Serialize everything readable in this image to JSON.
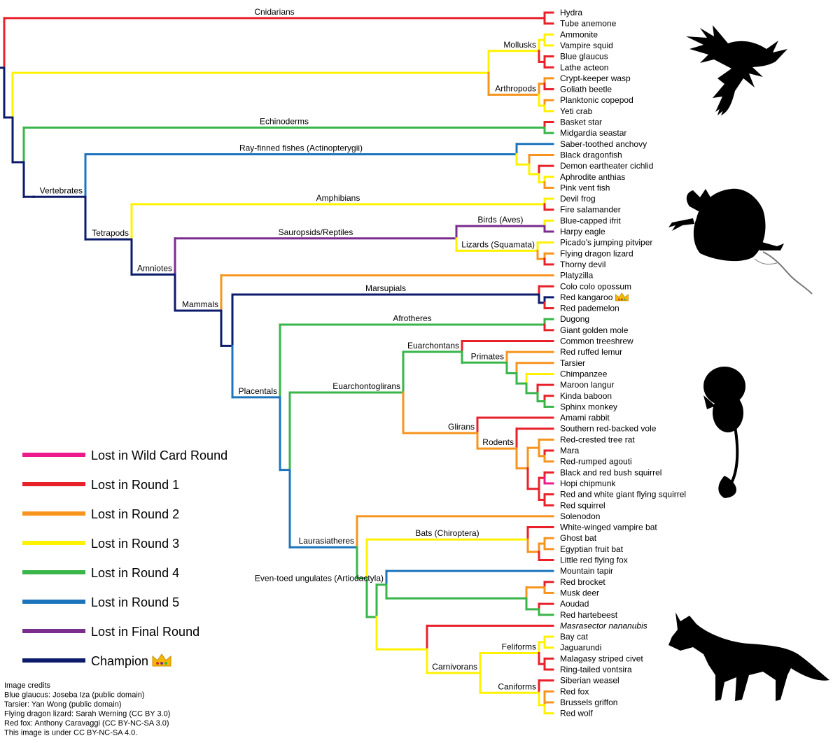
{
  "colors": {
    "wild": "#ec1a8c",
    "r1": "#e8202a",
    "r2": "#f7941d",
    "r3": "#fff200",
    "r4": "#39b54a",
    "r5": "#1c75bc",
    "final": "#7b2d8e",
    "champ": "#0c1a6b"
  },
  "legend": [
    {
      "label": "Lost in Wild Card Round",
      "status": "wild"
    },
    {
      "label": "Lost in Round 1",
      "status": "r1"
    },
    {
      "label": "Lost in Round 2",
      "status": "r2"
    },
    {
      "label": "Lost in Round 3",
      "status": "r3"
    },
    {
      "label": "Lost in Round 4",
      "status": "r4"
    },
    {
      "label": "Lost in Round 5",
      "status": "r5"
    },
    {
      "label": "Lost in Final Round",
      "status": "final"
    },
    {
      "label": "Champion",
      "status": "champ",
      "crown": true
    }
  ],
  "leaves": [
    {
      "name": "Hydra",
      "status": "r1"
    },
    {
      "name": "Tube anemone",
      "status": "r1"
    },
    {
      "name": "Ammonite",
      "status": "r3"
    },
    {
      "name": "Vampire squid",
      "status": "r3"
    },
    {
      "name": "Blue glaucus",
      "status": "r1"
    },
    {
      "name": "Lathe acteon",
      "status": "r1"
    },
    {
      "name": "Crypt-keeper wasp",
      "status": "r2"
    },
    {
      "name": "Goliath beetle",
      "status": "r1"
    },
    {
      "name": "Planktonic copepod",
      "status": "r2"
    },
    {
      "name": "Yeti crab",
      "status": "r3"
    },
    {
      "name": "Basket star",
      "status": "r1"
    },
    {
      "name": "Midgardia seastar",
      "status": "r4"
    },
    {
      "name": "Saber-toothed anchovy",
      "status": "r5"
    },
    {
      "name": "Black dragonfish",
      "status": "r2"
    },
    {
      "name": "Demon eartheater cichlid",
      "status": "r1"
    },
    {
      "name": "Aphrodite anthias",
      "status": "r3"
    },
    {
      "name": "Pink vent fish",
      "status": "r2"
    },
    {
      "name": "Devil frog",
      "status": "r3"
    },
    {
      "name": "Fire salamander",
      "status": "r1"
    },
    {
      "name": "Blue-capped ifrit",
      "status": "r3"
    },
    {
      "name": "Harpy eagle",
      "status": "final"
    },
    {
      "name": "Picado's jumping pitviper",
      "status": "r3"
    },
    {
      "name": "Flying dragon lizard",
      "status": "r2"
    },
    {
      "name": "Thorny devil",
      "status": "r1"
    },
    {
      "name": "Platyzilla",
      "status": "r2"
    },
    {
      "name": "Colo colo opossum",
      "status": "r1"
    },
    {
      "name": "Red kangaroo",
      "status": "champ",
      "crown": true
    },
    {
      "name": "Red pademelon",
      "status": "r1"
    },
    {
      "name": "Dugong",
      "status": "r4"
    },
    {
      "name": "Giant golden mole",
      "status": "r1"
    },
    {
      "name": "Common treeshrew",
      "status": "r1"
    },
    {
      "name": "Red ruffed lemur",
      "status": "r2"
    },
    {
      "name": "Tarsier",
      "status": "r2"
    },
    {
      "name": "Chimpanzee",
      "status": "r3"
    },
    {
      "name": "Maroon langur",
      "status": "r1"
    },
    {
      "name": "Kinda baboon",
      "status": "r1"
    },
    {
      "name": "Sphinx monkey",
      "status": "r4"
    },
    {
      "name": "Amami rabbit",
      "status": "r1"
    },
    {
      "name": "Southern red-backed vole",
      "status": "r1"
    },
    {
      "name": "Red-crested tree rat",
      "status": "r2"
    },
    {
      "name": "Mara",
      "status": "r1"
    },
    {
      "name": "Red-rumped agouti",
      "status": "r2"
    },
    {
      "name": "Black and red bush squirrel",
      "status": "r1"
    },
    {
      "name": "Hopi chipmunk",
      "status": "wild"
    },
    {
      "name": "Red and white giant flying squirrel",
      "status": "r1"
    },
    {
      "name": "Red squirrel",
      "status": "r1"
    },
    {
      "name": "Solenodon",
      "status": "r2"
    },
    {
      "name": "White-winged vampire bat",
      "status": "r1"
    },
    {
      "name": "Ghost bat",
      "status": "r2"
    },
    {
      "name": "Egyptian fruit bat",
      "status": "r2"
    },
    {
      "name": "Little red flying fox",
      "status": "r1"
    },
    {
      "name": "Mountain tapir",
      "status": "r5"
    },
    {
      "name": "Red brocket",
      "status": "r1"
    },
    {
      "name": "Musk deer",
      "status": "r2"
    },
    {
      "name": "Aoudad",
      "status": "r1"
    },
    {
      "name": "Red hartebeest",
      "status": "r4"
    },
    {
      "name": "Masrasector nananubis",
      "status": "r1",
      "italic": true
    },
    {
      "name": "Bay cat",
      "status": "r3"
    },
    {
      "name": "Jaguarundi",
      "status": "r3"
    },
    {
      "name": "Malagasy striped civet",
      "status": "r1"
    },
    {
      "name": "Ring-tailed vontsira",
      "status": "r1"
    },
    {
      "name": "Siberian weasel",
      "status": "r1"
    },
    {
      "name": "Red fox",
      "status": "r2"
    },
    {
      "name": "Brussels griffon",
      "status": "r2"
    },
    {
      "name": "Red wolf",
      "status": "r3"
    }
  ],
  "clades": [
    {
      "name": "Cnidarians",
      "status": "r1"
    },
    {
      "name": "Mollusks",
      "status": "r3"
    },
    {
      "name": "Arthropods",
      "status": "r2"
    },
    {
      "name": "Echinoderms",
      "status": "r4"
    },
    {
      "name": "Vertebrates",
      "status": "champ"
    },
    {
      "name": "Ray-finned fishes (Actinopterygii)",
      "status": "r5"
    },
    {
      "name": "Tetrapods",
      "status": "champ"
    },
    {
      "name": "Amphibians",
      "status": "r3"
    },
    {
      "name": "Amniotes",
      "status": "champ"
    },
    {
      "name": "Sauropsids/Reptiles",
      "status": "final"
    },
    {
      "name": "Birds (Aves)",
      "status": "final"
    },
    {
      "name": "Lizards (Squamata)",
      "status": "r3"
    },
    {
      "name": "Mammals",
      "status": "champ"
    },
    {
      "name": "Marsupials",
      "status": "champ"
    },
    {
      "name": "Placentals",
      "status": "r5"
    },
    {
      "name": "Afrotheres",
      "status": "r4"
    },
    {
      "name": "Euarchontoglirans",
      "status": "r4"
    },
    {
      "name": "Euarchontans",
      "status": "r4"
    },
    {
      "name": "Primates",
      "status": "r4"
    },
    {
      "name": "Glirans",
      "status": "r2"
    },
    {
      "name": "Rodents",
      "status": "r2"
    },
    {
      "name": "Laurasiatheres",
      "status": "r5"
    },
    {
      "name": "Bats (Chiroptera)",
      "status": "r3"
    },
    {
      "name": "Even-toed ungulates (Artiodactyla)",
      "status": "r4"
    },
    {
      "name": "Carnivorans",
      "status": "r3"
    },
    {
      "name": "Feliforms",
      "status": "r3"
    },
    {
      "name": "Caniforms",
      "status": "r3"
    }
  ],
  "credits": [
    "Image credits",
    "Blue glaucus: Joseba Iza (public domain)",
    "Tarsier: Yan Wong (public domain)",
    "Flying dragon lizard: Sarah Werning (CC BY 3.0)",
    "Red fox: Anthony Caravaggi (CC BY-NC-SA 3.0)",
    "This image is under CC BY-NC-SA 4.0."
  ],
  "silhouettes": [
    "blue-glaucus-silhouette",
    "flying-dragon-lizard-silhouette",
    "tarsier-silhouette",
    "red-fox-silhouette"
  ]
}
